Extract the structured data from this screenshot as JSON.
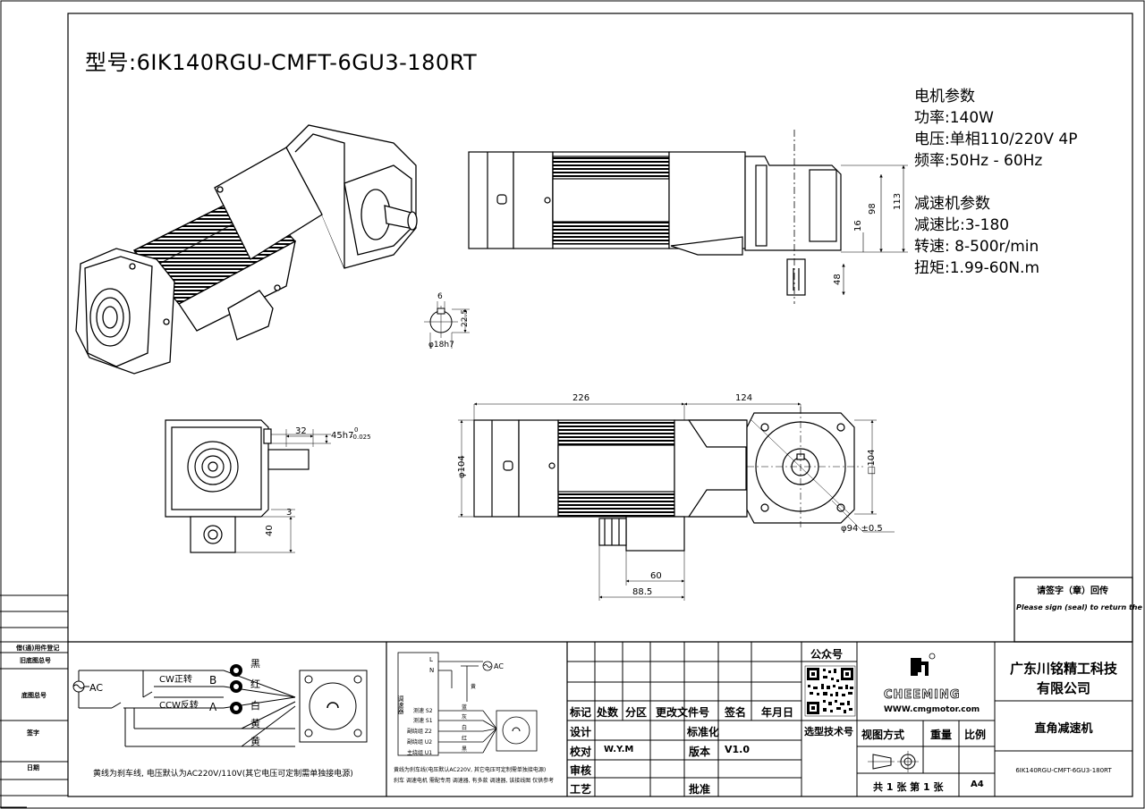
{
  "title": "型号:6IK140RGU-CMFT-6GU3-180RT",
  "motor_params": {
    "heading": "电机参数",
    "power": "功率:140W",
    "voltage": "电压:单相110/220V 4P",
    "frequency": "频率:50Hz - 60Hz"
  },
  "reducer_params": {
    "heading": "减速机参数",
    "ratio": "减速比:3-180",
    "speed": "转速: 8-500r/min",
    "torque": "扭矩:1.99-60N.m"
  },
  "dims": {
    "d226": "226",
    "d124": "124",
    "d113": "113",
    "d98": "98",
    "d16": "16",
    "d48": "48",
    "d22_5": "22.5",
    "d6": "6",
    "d18h7": "φ18h7",
    "d32": "32",
    "d45h7_main": "45h7",
    "d45h7_tol_up": "0",
    "d45h7_tol_down": "-0.025",
    "d3": "3",
    "d40": "40",
    "d104": "φ104",
    "sq104": "□104",
    "d94": "φ94 ±0.5",
    "d60": "60",
    "d88_5": "88.5"
  },
  "sign_notice": {
    "line1": "请签字（章）回传",
    "line2": "Please sign (seal) to return the call"
  },
  "left_block": {
    "r1": "借(通)用件登记",
    "r2": "旧底图总号",
    "r3": "底图总号",
    "r4": "签字",
    "r5": "日期"
  },
  "wiring1": {
    "ac": "AC",
    "cw": "CW正转",
    "ccw": "CCW反转",
    "b": "B",
    "a": "A",
    "black": "黑",
    "red": "红",
    "white": "白",
    "yellow1": "黄",
    "yellow2": "黄",
    "note": "黄线为刹车线, 电压默认为AC220V/110V(其它电压可定制需单独接电源)"
  },
  "wiring2": {
    "ac": "AC",
    "L": "L",
    "N": "N",
    "reg": "调速器",
    "s2": "测速 S2",
    "s1": "测速 S1",
    "z2": "副绕组 Z2",
    "u2": "副绕组 U2",
    "u1": "主绕组 U1",
    "c_yellow": "黄",
    "c_blue": "蓝",
    "c_gray": "灰",
    "c_white": "白",
    "c_red": "红",
    "c_black": "黑",
    "note1": "黄线为刹车线(电压默认AC220V, 其它电压可定制需单独接电源)",
    "note2": "刹车 调速电机 需配专用 调速器, 有多款 调速器, 该接线图 仅供参考"
  },
  "title_block": {
    "mark": "标记",
    "count": "处数",
    "zone": "分区",
    "change_doc": "更改文件号",
    "sign": "签名",
    "date": "年月日",
    "design": "设计",
    "standardize": "标准化",
    "check": "校对",
    "checker": "W.Y.M",
    "version_label": "版本",
    "version": "V1.0",
    "review": "审核",
    "craft": "工艺",
    "approve": "批准",
    "wechat": "公众号",
    "select_tech": "选型技术号",
    "brand": "CHEEMING",
    "website": "WWW.cmgmotor.com",
    "company_line1": "广东川铭精工科技",
    "company_line2": "有限公司",
    "product_name": "直角减速机",
    "view_method": "视图方式",
    "weight": "重量",
    "scale": "比例",
    "sheets": "共 1 张 第 1 张",
    "paper": "A4",
    "part_number": "6IK140RGU-CMFT-6GU3-180RT"
  }
}
